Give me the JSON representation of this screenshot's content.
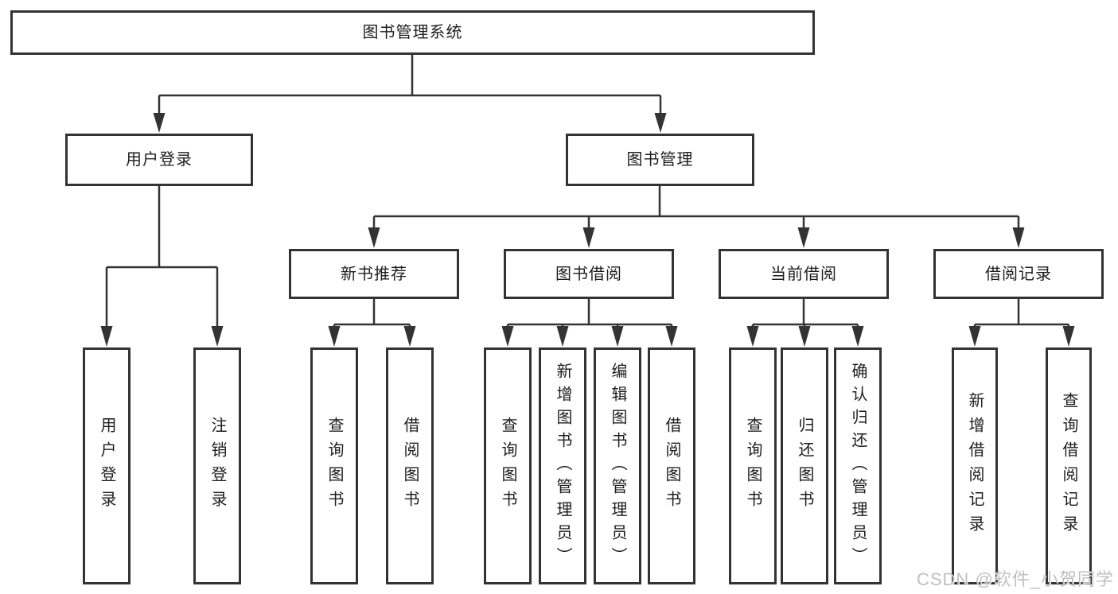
{
  "colors": {
    "line": "#333333",
    "text": "#1d1d1d",
    "background": "#ffffff",
    "watermark": "#c0c0c0"
  },
  "tree": {
    "root": {
      "label": "图书管理系统"
    },
    "branches": [
      {
        "label": "用户登录",
        "leaves": [
          {
            "label": "用户登录"
          },
          {
            "label": "注销登录"
          }
        ]
      },
      {
        "label": "图书管理",
        "groups": [
          {
            "label": "新书推荐",
            "leaves": [
              {
                "label": "查询图书"
              },
              {
                "label": "借阅图书"
              }
            ]
          },
          {
            "label": "图书借阅",
            "leaves": [
              {
                "label": "查询图书"
              },
              {
                "label": "新增图书（管理员）"
              },
              {
                "label": "编辑图书（管理员）"
              },
              {
                "label": "借阅图书"
              }
            ]
          },
          {
            "label": "当前借阅",
            "leaves": [
              {
                "label": "查询图书"
              },
              {
                "label": "归还图书"
              },
              {
                "label": "确认归还（管理员）"
              }
            ]
          },
          {
            "label": "借阅记录",
            "leaves": [
              {
                "label": "新增借阅记录"
              },
              {
                "label": "查询借阅记录"
              }
            ]
          }
        ]
      }
    ]
  },
  "watermark": {
    "text": "CSDN @软件_小贺同学"
  }
}
